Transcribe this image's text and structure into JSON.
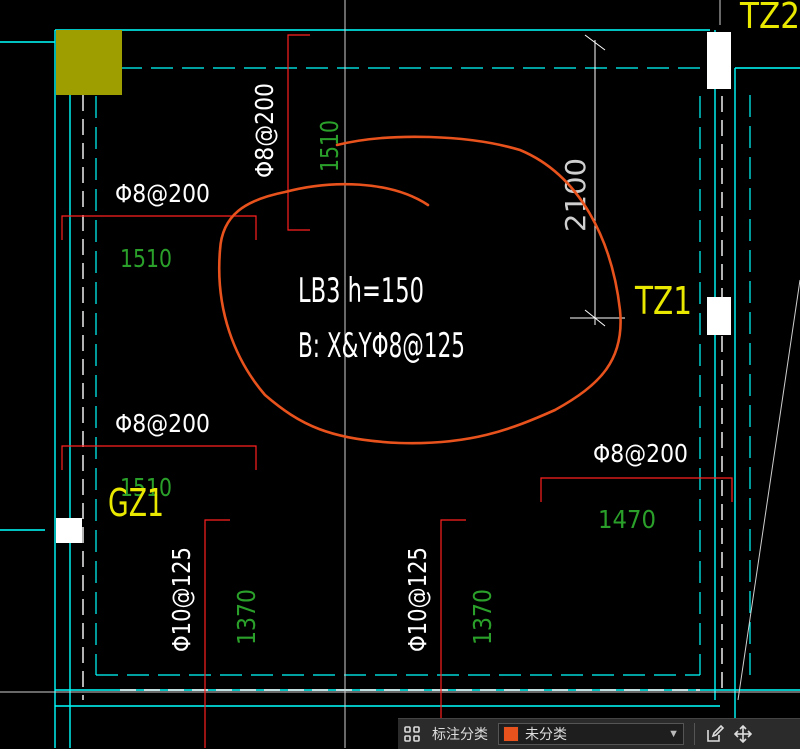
{
  "drawing": {
    "slab_label": "LB3 h=150",
    "slab_reinforcement": "B: X&YΦ8@125",
    "column_gz1": "GZ1",
    "column_tz1": "TZ1",
    "column_top_right_fragment": "TZ2",
    "dim_vertical": "2100",
    "rebar_top_vertical": {
      "spec": "Φ8@200",
      "length": "1510"
    },
    "rebar_left_upper": {
      "spec": "Φ8@200",
      "length": "1510"
    },
    "rebar_left_lower": {
      "spec": "Φ8@200",
      "length": "1510"
    },
    "rebar_right_lower": {
      "spec": "Φ8@200",
      "length": "1470"
    },
    "rebar_bottom_left": {
      "spec": "Φ10@125",
      "length": "1370"
    },
    "rebar_bottom_mid": {
      "spec": "Φ10@125",
      "length": "1370"
    },
    "colors": {
      "background": "#000000",
      "wall_cyan": "#00ffff",
      "grid_white": "#ffffff",
      "rebar_red": "#ff2020",
      "length_green": "#2aa02a",
      "column_yellow": "#e8e800",
      "column_olive": "#9e9e00",
      "markup_orange": "#e8521c"
    }
  },
  "toolbar": {
    "category_label": "标注分类",
    "category_value": "未分类",
    "category_swatch": "#e8521c"
  }
}
